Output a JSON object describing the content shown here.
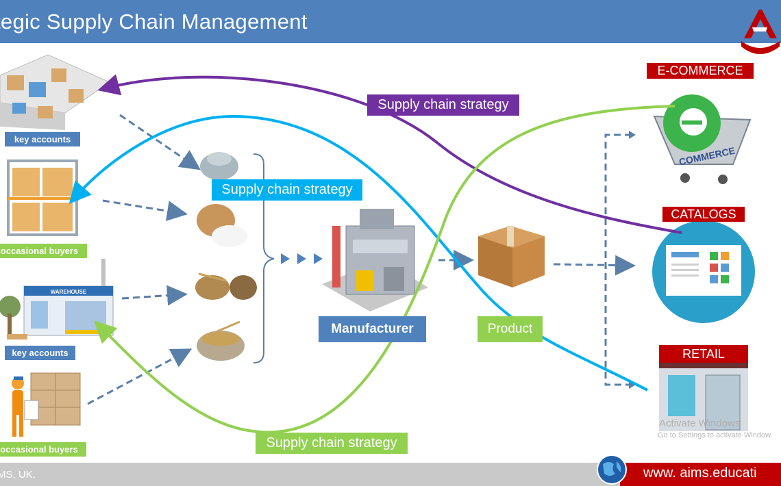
{
  "header": {
    "title": "tegic Supply Chain Management"
  },
  "labels": {
    "key_accounts_1": "key accounts",
    "occasional_buyers_1": "occasional buyers",
    "key_accounts_2": "key accounts",
    "occasional_buyers_2": "occasional buyers",
    "manufacturer": "Manufacturer",
    "product": "Product",
    "ecommerce": "E-COMMERCE",
    "catalogs": "CATALOGS",
    "retail": "RETAIL",
    "strategy_purple": "Supply chain strategy",
    "strategy_cyan": "Supply chain strategy",
    "strategy_green": "Supply chain strategy",
    "warehouse_sign": "WAREHOUSE",
    "commerce_sign": "COMMERCE"
  },
  "footer": {
    "left": "MS, UK.",
    "url": "www. aims.educati"
  },
  "watermark": {
    "line1": "Activate Windows",
    "line2": "Go to Settings to activate Window"
  },
  "colors": {
    "header": "#4f81bd",
    "purple_arrow": "#7030a0",
    "cyan_arrow": "#00b0f0",
    "green_arrow": "#92d050",
    "dashed": "#5a7fa8",
    "footer_red": "#c00000"
  }
}
